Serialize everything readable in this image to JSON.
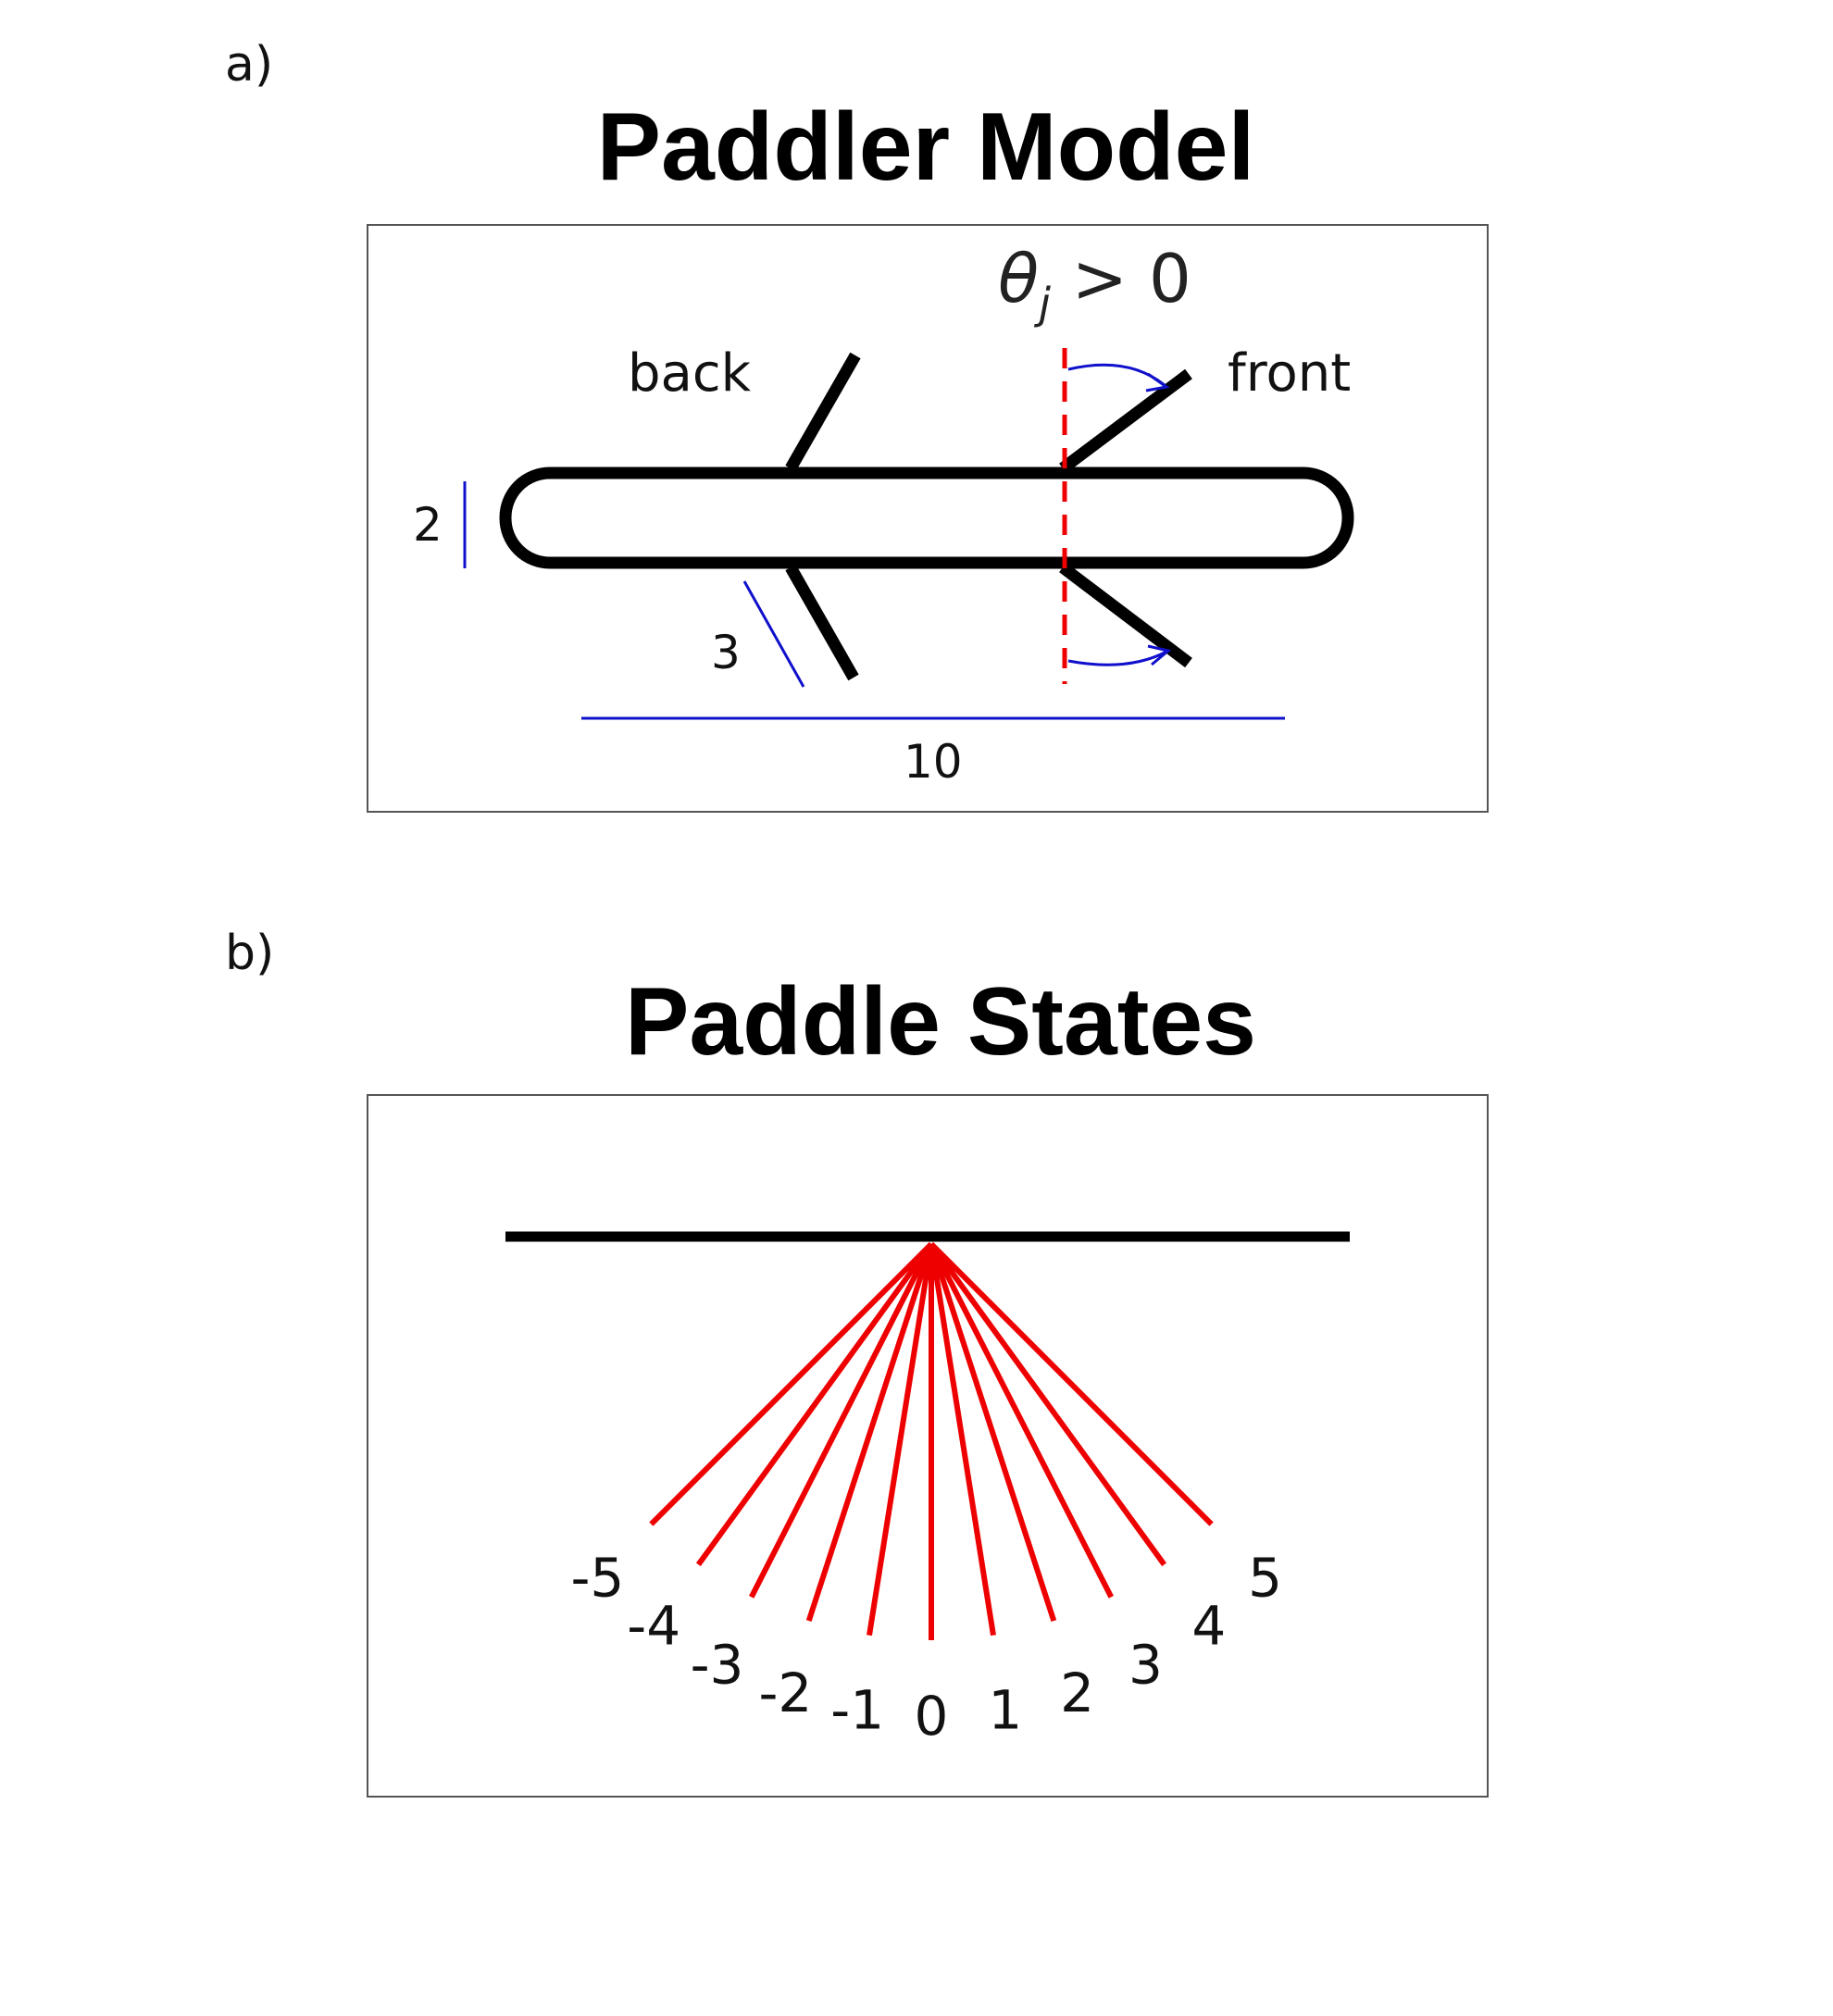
{
  "panel_a": {
    "label": "a)",
    "title": "Paddler Model",
    "theta_base": "θ",
    "theta_sub": "j",
    "theta_rest": " > 0",
    "back_label": "back",
    "front_label": "front",
    "dim_height": "2",
    "dim_paddle": "3",
    "dim_length": "10"
  },
  "panel_b": {
    "label": "b)",
    "title": "Paddle States",
    "states": [
      "-5",
      "-4",
      "-3",
      "-2",
      "-1",
      "0",
      "1",
      "2",
      "3",
      "4",
      "5"
    ]
  },
  "colors": {
    "body": "#000000",
    "paddle_state": "#ee0000",
    "dimension": "#1010cc",
    "reference": "#ee0000"
  }
}
